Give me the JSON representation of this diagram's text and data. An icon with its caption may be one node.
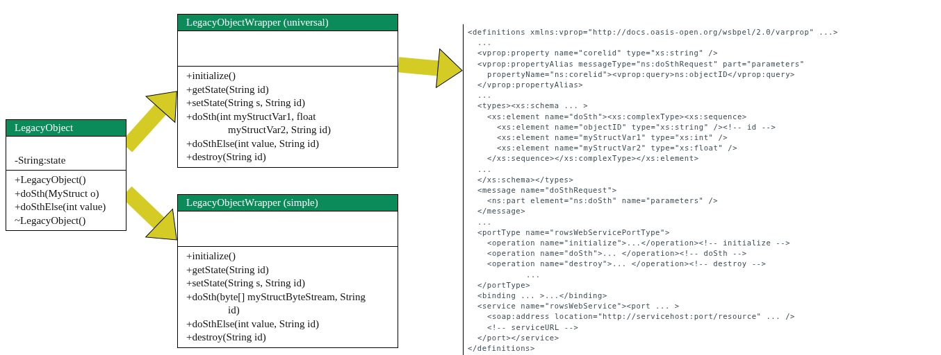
{
  "diagram": {
    "nodes": [
      {
        "text": [
          "LegacyObject",
          "-String:state",
          "+LegacyObject()",
          "+doSth(MyStruct o)",
          "+doSthElse(int value)",
          "~LegacyObject()"
        ]
      },
      {
        "text": [
          "LegacyObjectWrapper (universal)",
          "+initialize()",
          "+getState(String id)",
          "+setState(String s, String id)",
          "+doSth(int myStructVar1, float myStructVar2, String id)",
          "+doSthElse(int value, String id)",
          "+destroy(String id)"
        ]
      },
      {
        "text": [
          "LegacyObjectWrapper (simple)",
          "+initialize()",
          "+getState(String id)",
          "+setState(String s, String id)",
          "+doSth(byte[] myStructByteStream, String id)",
          "+doSthElse(int value, String id)",
          "+destroy(String id)"
        ]
      },
      {
        "text": [
          "<definitions xmlns:vprop=\"http://docs.oasis-open.org/wsbpel/2.0/varprop\" ...>",
          "...",
          "<vprop:property name=\"corelid\" type=\"xs:string\" />",
          "<vprop:propertyAlias messageType=\"ns:doSthRequest\" part=\"parameters\"",
          "propertyName=\"ns:corelid\"><vprop:query>ns:objectID</vprop:query>",
          "</vprop:propertyAlias>",
          "...",
          "<types><xs:schema ... >",
          "<xs:element name=\"doSth\"><xs:complexType><xs:sequence>",
          "<xs:element name=\"objectID\" type=\"xs:string\" /><!-- id -->",
          "<xs:element name=\"myStructVar1\" type=\"xs:int\" />",
          "<xs:element name=\"myStructVar2\" type=\"xs:float\" />",
          "</xs:sequence></xs:complexType></xs:element>",
          "...",
          "</xs:schema></types>",
          "<message name=\"doSthRequest\">",
          "<ns:part element=\"ns:doSth\" name=\"parameters\" />",
          "</message>",
          "...",
          "<portType name=\"rowsWebServicePortType\">",
          "<operation name=\"initialize\">...</operation><!-- initialize -->",
          "<operation name=\"doSth\">... </operation><!-- doSth -->",
          "<operation name=\"destroy\">... </operation><!-- destroy -->",
          "...",
          "</portType>",
          "<binding ... >...</binding>",
          "<service name=\"rowsWebService\"><port ... >",
          "<soap:address location=\"http://servicehost:port/resource\" ... />",
          "<!-- serviceURL -->",
          "</port></service>",
          "</definitions>"
        ]
      }
    ],
    "edges": [
      {
        "from": 0,
        "to": 1,
        "arrow": "to"
      },
      {
        "from": 0,
        "to": 2,
        "arrow": "to"
      },
      {
        "from": 1,
        "to": 3,
        "arrow": "to"
      }
    ]
  }
}
